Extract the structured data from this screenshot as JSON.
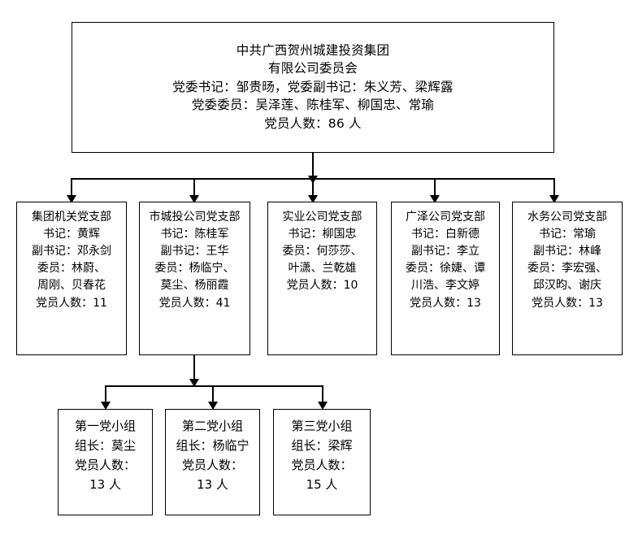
{
  "chart_type": "organization-chart",
  "title_node": {
    "name": "party-committee-root",
    "lines": [
      "中共广西贺州城建投资集团",
      "有限公司委员会",
      "党委书记：邹贵旸，党委副书记：朱义芳、梁辉露",
      "党委委员：吴泽莲、陈桂军、柳国忠、常瑜",
      "党员人数：86 人"
    ],
    "member_count": "86"
  },
  "branches": [
    {
      "name": "branch-group-agency",
      "lines": [
        "集团机关党支部",
        "书记：黄辉",
        "副书记：邓永剑",
        "委员：林蔚、",
        "周刚、贝春花",
        "党员人数：11"
      ],
      "member_count": "11"
    },
    {
      "name": "branch-city-investment",
      "lines": [
        "市城投公司党支部",
        "书记：陈桂军",
        "副书记：王华",
        "委员：杨临宁、",
        "莫尘、杨丽霞",
        "党员人数：41"
      ],
      "member_count": "41"
    },
    {
      "name": "branch-industry",
      "lines": [
        "实业公司党支部",
        "书记：柳国忠",
        "委员：何莎莎、",
        "叶潇、兰乾雄",
        "党员人数：10",
        ""
      ],
      "member_count": "10"
    },
    {
      "name": "branch-guangze",
      "lines": [
        "广泽公司党支部",
        "书记：白新德",
        "副书记：李立",
        "委员：徐婕、谭",
        "川浩、李文婷",
        "党员人数：13"
      ],
      "member_count": "13"
    },
    {
      "name": "branch-water-affairs",
      "lines": [
        "水务公司党支部",
        "书记：常瑜",
        "副书记：林峰",
        "委员：李宏强、",
        "邱汉昀、谢庆",
        "党员人数：13"
      ],
      "member_count": "13"
    }
  ],
  "groups": [
    {
      "name": "group-first",
      "lines": [
        "第一党小组",
        "组长：莫尘",
        "党员人数：",
        "13 人"
      ],
      "member_count": "13"
    },
    {
      "name": "group-second",
      "lines": [
        "第二党小组",
        "组长：杨临宁",
        "党员人数：",
        "13 人"
      ],
      "member_count": "13"
    },
    {
      "name": "group-third",
      "lines": [
        "第三党小组",
        "组长：梁辉",
        "党员人数：",
        "15 人"
      ],
      "member_count": "15"
    }
  ],
  "colors": {
    "line": "#000000",
    "background": "#ffffff",
    "text": "#000000"
  }
}
